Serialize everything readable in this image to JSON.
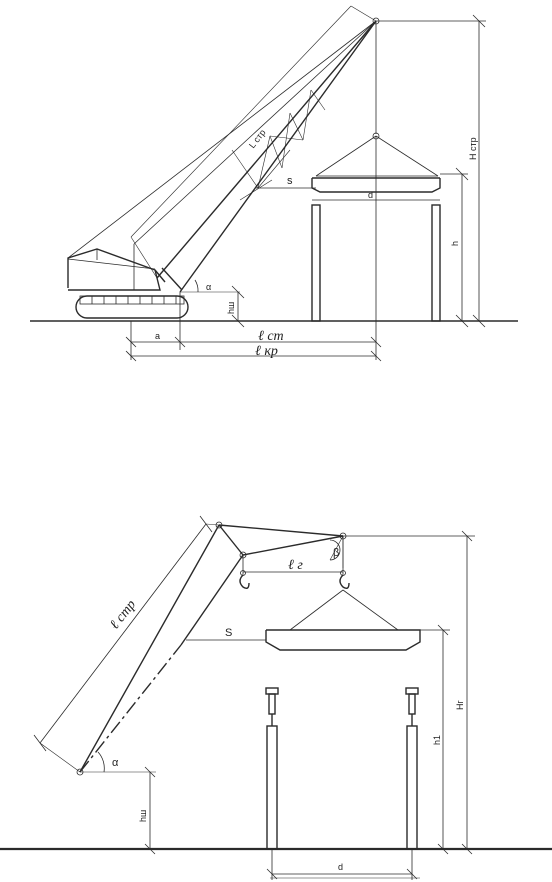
{
  "top_diagram": {
    "labels": {
      "boom_length": "L стр",
      "hook_height": "H стр",
      "clearance": "s",
      "width": "d",
      "height": "h",
      "angle": "α",
      "pivot_height": "hш",
      "offset": "a",
      "reach_st": "ℓ ст",
      "reach_kr": "ℓ кр"
    }
  },
  "bottom_diagram": {
    "labels": {
      "boom_length": "ℓ стр",
      "angle_beta": "β",
      "jib_reach": "ℓ г",
      "clearance": "S",
      "hook_height": "Hг",
      "height": "h1",
      "angle": "α",
      "pivot_height": "hш",
      "width": "d"
    }
  }
}
